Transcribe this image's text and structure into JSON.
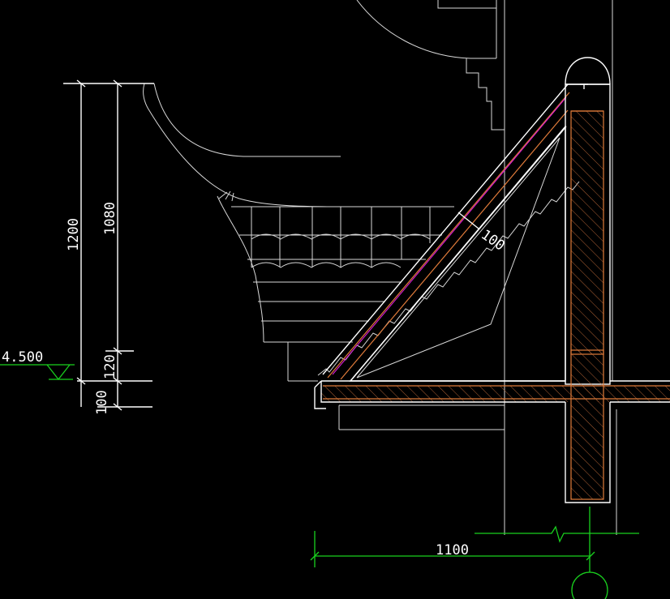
{
  "dimensions": {
    "total_height": "1200",
    "upper_height": "1080",
    "mid_height": "120",
    "base_height": "100",
    "slab_thickness": "100",
    "horizontal_length": "1100"
  },
  "elevation": {
    "label": "4.500"
  },
  "colors": {
    "background": "#000000",
    "lines": "#ffffff",
    "section_outline": "#e07b3a",
    "dimension_green": "#19d11e",
    "waterproof_layer": "#d81cd8"
  }
}
